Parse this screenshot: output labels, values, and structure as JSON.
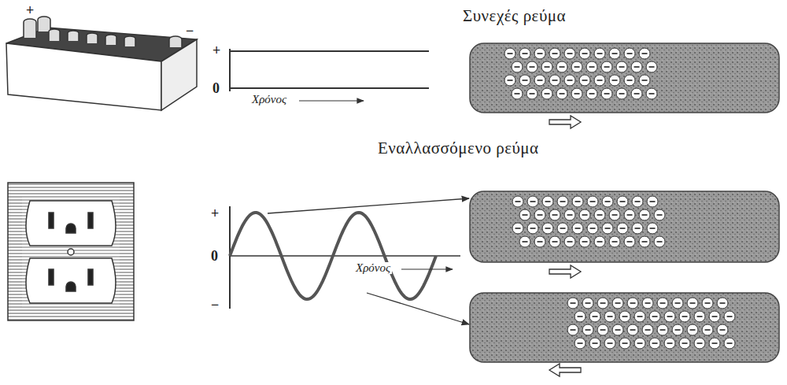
{
  "diagram": {
    "labels": [
      "+",
      "−",
      "Συνεχές ρεύμα",
      "+",
      "0",
      "Χρόνος",
      "Εναλλασσόμενο ρεύμα",
      "+",
      "0",
      "Χρόνος",
      "−"
    ]
  }
}
